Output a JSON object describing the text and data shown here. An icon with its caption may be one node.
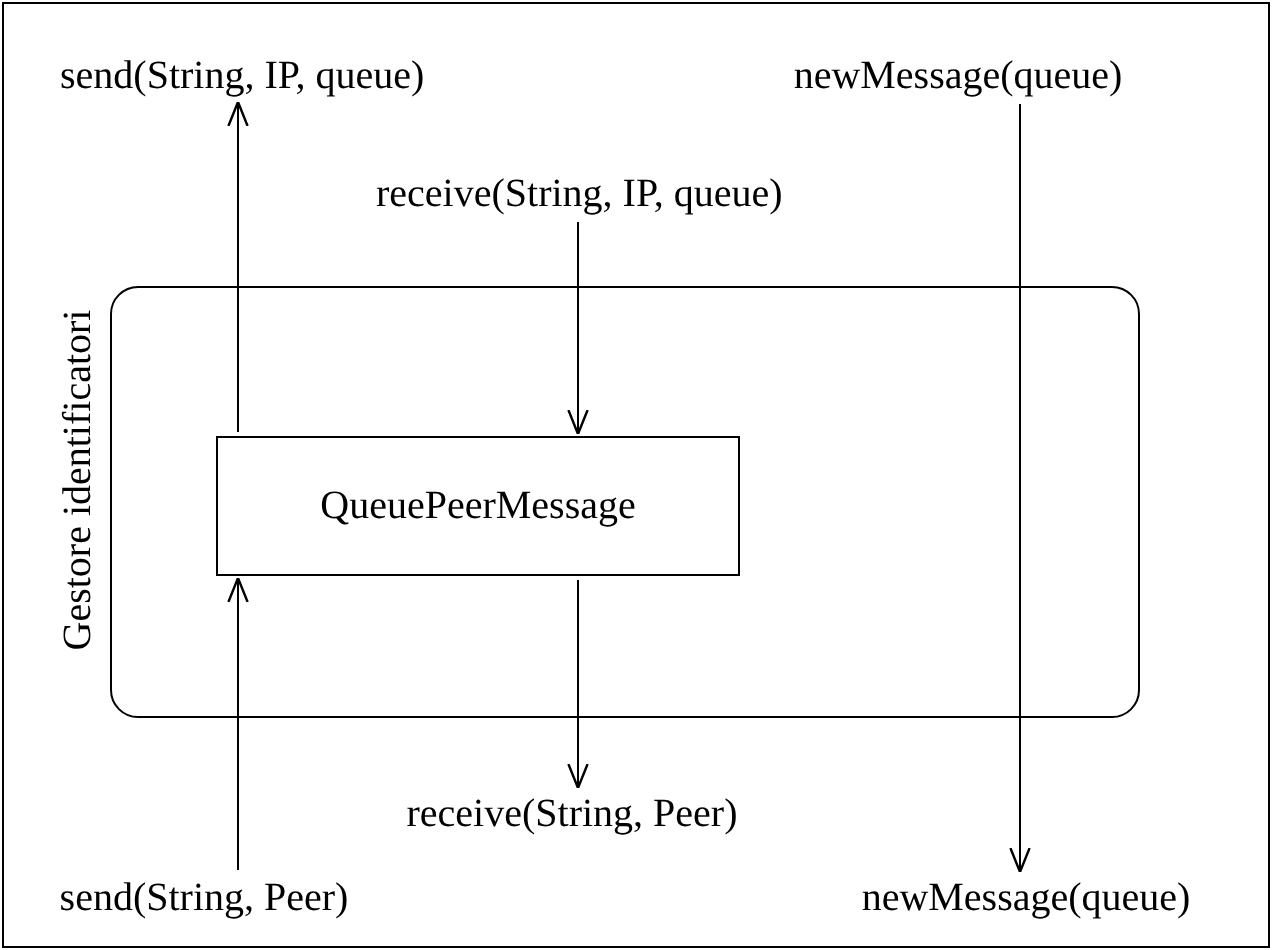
{
  "diagram": {
    "nodes": [
      {
        "text": [
          "Gestore identificatori"
        ]
      },
      {
        "text": [
          "QueuePeerMessage"
        ],
        "in": 0
      },
      {
        "text": [
          "send(String, IP, queue)"
        ]
      },
      {
        "text": [
          "newMessage(queue)"
        ]
      },
      {
        "text": [
          "receive(String, IP, queue)"
        ]
      },
      {
        "text": [
          "receive(String, Peer)"
        ]
      },
      {
        "text": [
          "send(String, Peer)"
        ]
      },
      {
        "text": [
          "newMessage(queue)"
        ]
      }
    ],
    "edges": [
      {
        "from": 1,
        "to": 2,
        "arrow": "to"
      },
      {
        "from": 6,
        "to": 1,
        "arrow": "to"
      },
      {
        "from": 4,
        "to": 1,
        "arrow": "to"
      },
      {
        "from": 1,
        "to": 5,
        "arrow": "to"
      },
      {
        "from": 3,
        "to": 7,
        "arrow": "to"
      }
    ]
  }
}
